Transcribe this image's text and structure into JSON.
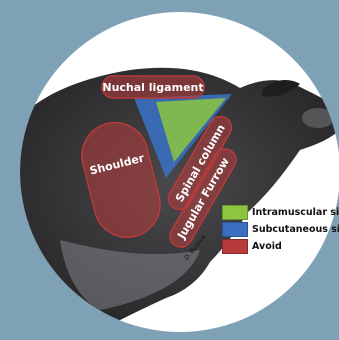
{
  "colors": {
    "background": "#7ea1b5",
    "disc": "#ffffff",
    "intramuscular": "#8cc63f",
    "subcutaneous": "#3a6fbf",
    "avoid": "#b83a3a",
    "animal": "#3a3a3c"
  },
  "regions": {
    "nuchal_ligament": "Nuchal ligament",
    "shoulder": "Shoulder",
    "spinal_column": "Spinal column",
    "jugular_furrow": "Jugular Furrow"
  },
  "legend": {
    "intramuscular": "Intramuscular site",
    "subcutaneous": "Subcutaneous site",
    "avoid": "Avoid"
  },
  "credit": "D. Buskirk"
}
